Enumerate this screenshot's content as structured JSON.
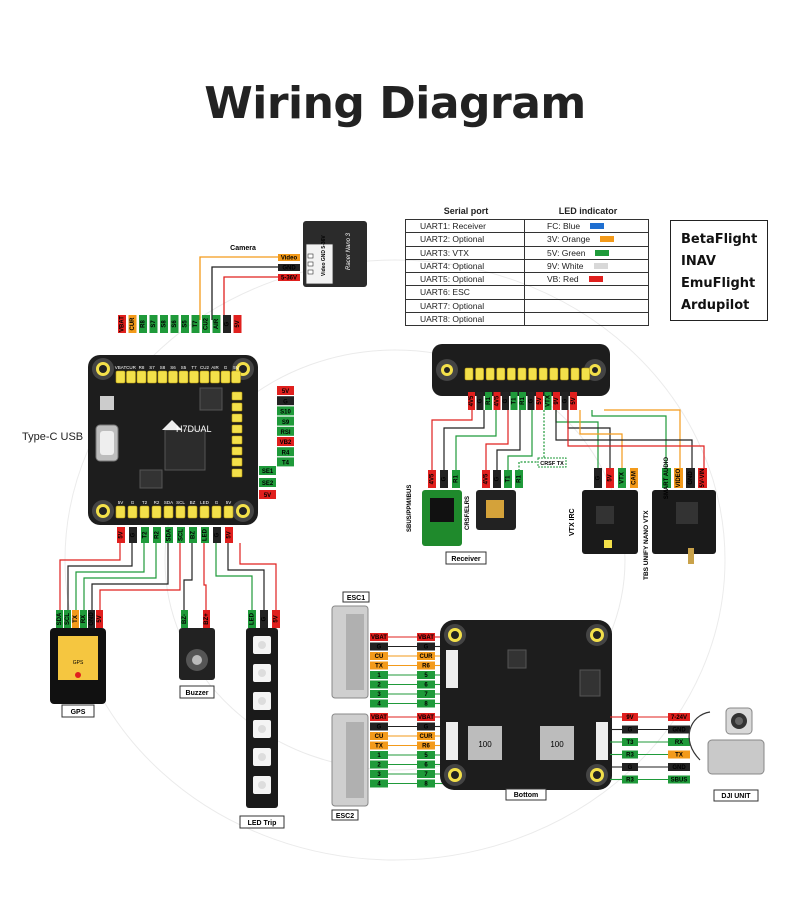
{
  "title": "Wiring Diagram",
  "serial_table": {
    "header_serial": "Serial port",
    "header_led": "LED indicator",
    "uarts": [
      "UART1: Receiver",
      "UART2: Optional",
      "UART3: VTX",
      "UART4: Optional",
      "UART5: Optional",
      "UART6: ESC",
      "UART7: Optional",
      "UART8: Optional"
    ],
    "leds": [
      {
        "label": "FC: Blue",
        "color": "#1f6fd1"
      },
      {
        "label": "3V: Orange",
        "color": "#f39a1a"
      },
      {
        "label": "5V: Green",
        "color": "#1f9a3a"
      },
      {
        "label": "9V: White",
        "color": "#d8d8d8"
      },
      {
        "label": "VB: Red",
        "color": "#e0201e"
      }
    ]
  },
  "firmware": [
    "BetaFlight",
    "INAV",
    "EmuFlight",
    "Ardupilot"
  ],
  "labels": {
    "camera": "Camera",
    "type_c": "Type-C USB",
    "gps": "GPS",
    "buzzer": "Buzzer",
    "led_strip": "LED Trip",
    "receiver": "Receiver",
    "esc1": "ESC1",
    "esc2": "ESC2",
    "bottom": "Bottom",
    "dji": "DJI UNIT",
    "vtx_irc": "VTX IRC",
    "tbs": "TBS UNIFY NANO VTX",
    "sbus_rx": "SBUS/PPM/IBUS",
    "crsf_rx": "CRSF/ELRS",
    "crsf_tx": "CRSF TX",
    "fc_name": "H7DUAL",
    "video": "Video",
    "gnd": "GND",
    "v536": "5-36V"
  },
  "fc_top_pins": [
    "VBAT",
    "CUR",
    "R8",
    "S7",
    "S8",
    "S6",
    "S5",
    "T7",
    "CU2",
    "AIR",
    "G",
    "5V"
  ],
  "fc_right_pins": [
    "5V",
    "G",
    "S10",
    "S9",
    "RSI",
    "VB2",
    "R4",
    "T4"
  ],
  "fc_right_side": [
    "SE1",
    "SE2",
    "5V"
  ],
  "fc_bottom_pins": [
    "5V",
    "G",
    "T2",
    "R2",
    "SDA",
    "SCL",
    "BZ",
    "LED",
    "G",
    "5V"
  ],
  "gps_pins": [
    "SDA",
    "SCL",
    "TX",
    "RX",
    "GND",
    "5V"
  ],
  "buzzer_pins": [
    "BZ-",
    "BZ+"
  ],
  "led_pins": [
    "LED",
    "G",
    "5V"
  ],
  "rx_pins_a": [
    "4V5",
    "G",
    "R1"
  ],
  "rx_pins_b": [
    "4V5",
    "G",
    "T1",
    "R1"
  ],
  "vtx_pins": [
    "G",
    "5V",
    "VTX",
    "CAM"
  ],
  "tbs_pins": [
    "SMART AUDIO",
    "VIDEO",
    "GND",
    "5V-VIN"
  ],
  "esc_left": [
    "VBAT",
    "G",
    "CU",
    "TX",
    "1",
    "2",
    "3",
    "4"
  ],
  "esc_right": [
    "VBAT",
    "G",
    "CUR",
    "R6",
    "5",
    "6",
    "7",
    "8"
  ],
  "esc2_right": [
    "VBAT",
    "G",
    "CUR",
    "R6",
    "5",
    "6",
    "7",
    "8"
  ],
  "dji_left": [
    "9V",
    "G",
    "T3",
    "R3",
    "G",
    "R3"
  ],
  "dji_right": [
    "7-24V",
    "GND",
    "RX",
    "TX",
    "GND",
    "SBUS"
  ],
  "pin_colors": {
    "red": "#e0201e",
    "black": "#222222",
    "green": "#1f9a3a",
    "yellow": "#f2c400",
    "orange": "#f39a1a",
    "white": "#ffffff"
  }
}
